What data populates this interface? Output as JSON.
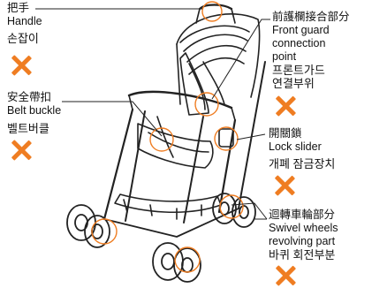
{
  "callouts": {
    "handle": {
      "zh": "把手",
      "en": "Handle",
      "ko": "손잡이"
    },
    "front_guard": {
      "zh": "前護欄接合部分",
      "en": [
        "Front guard",
        "connection",
        "point"
      ],
      "ko": [
        "프론트가드",
        "연결부위"
      ]
    },
    "belt_buckle": {
      "zh": "安全帶扣",
      "en": "Belt buckle",
      "ko": "벨트버클"
    },
    "lock_slider": {
      "zh": "開關鎖",
      "en": "Lock slider",
      "ko": "개폐 잠금장치"
    },
    "swivel_wheels": {
      "zh": "迴轉車輪部分",
      "en": [
        "Swivel wheels",
        "revolving part"
      ],
      "ko": "바퀴 회전부분"
    }
  },
  "colors": {
    "accent": "#ef7d22",
    "line": "#222222"
  },
  "icons": {
    "mark": "orange-x-icon",
    "highlight": "orange-circle-highlight"
  }
}
